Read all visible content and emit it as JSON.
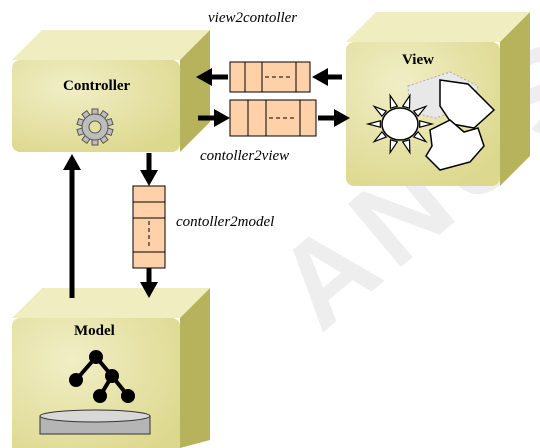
{
  "watermark": "ANUS",
  "boxes": {
    "controller": {
      "label": "Controller",
      "icon": "gear-icon"
    },
    "view": {
      "label": "View",
      "icon": "shapes-icon"
    },
    "model": {
      "label": "Model",
      "icon": "tree-database-icon"
    }
  },
  "connectors": {
    "view2controller": "view2contoller",
    "controller2view": "contoller2view",
    "controller2model": "contoller2model"
  },
  "colors": {
    "box_face": "#e3e09d",
    "box_side": "#b0ab55",
    "box_top": "#f2efc4",
    "queue": "#ffd1a8",
    "arrow": "#000000"
  }
}
